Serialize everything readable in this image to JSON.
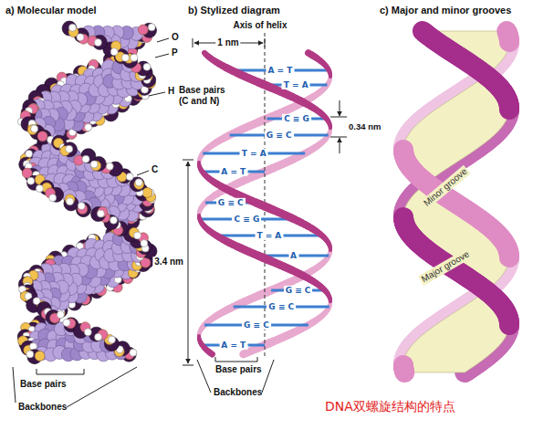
{
  "diagram": {
    "caption": "DNA双螺旋结构的特点",
    "labels": [
      "a) Molecular model",
      "b) Stylized diagram",
      "c) Major and minor grooves",
      "Axis of helix",
      "O",
      "P",
      "H",
      "Base pairs (C and N)",
      "C",
      "Base pairs",
      "Backbones",
      "1 nm",
      "0.34 nm",
      "3.4 nm",
      "A = T",
      "T = A",
      "C ≡ G",
      "G ≡ C",
      "T = A",
      "A = T",
      "G ≡ C",
      "C ≡ G",
      "T = A",
      "A",
      "G ≡ C",
      "G ≡ C",
      "G ≡ C",
      "A = T",
      "Base pairs",
      "Backbones",
      "Minor groove",
      "Major groove"
    ]
  }
}
